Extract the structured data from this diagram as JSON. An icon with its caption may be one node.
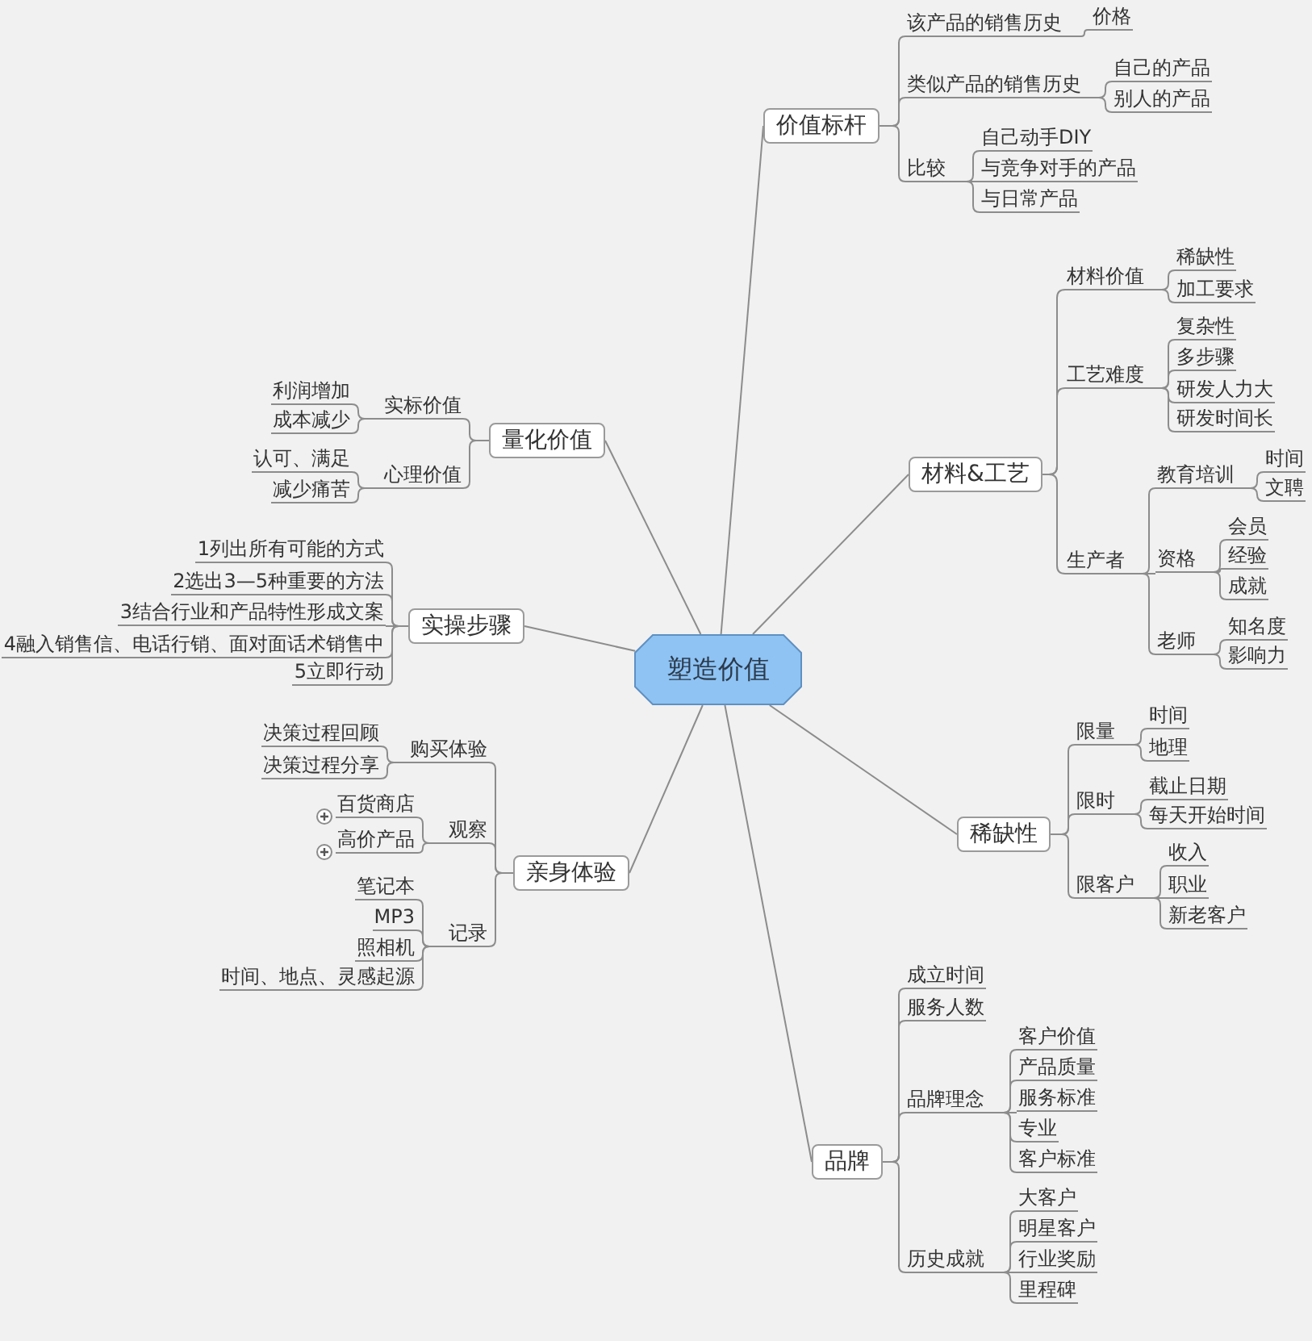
{
  "diagram": {
    "nodes": [
      {
        "text": [
          "塑造价值"
        ]
      },
      {
        "text": [
          "价值标杆"
        ]
      },
      {
        "text": [
          "该产品的销售历史"
        ]
      },
      {
        "text": [
          "价格"
        ]
      },
      {
        "text": [
          "类似产品的销售历史"
        ]
      },
      {
        "text": [
          "自己的产品"
        ]
      },
      {
        "text": [
          "别人的产品"
        ]
      },
      {
        "text": [
          "比较"
        ]
      },
      {
        "text": [
          "自己动手DIY"
        ]
      },
      {
        "text": [
          "与竞争对手的产品"
        ]
      },
      {
        "text": [
          "与日常产品"
        ]
      },
      {
        "text": [
          "材料&工艺"
        ]
      },
      {
        "text": [
          "材料价值"
        ]
      },
      {
        "text": [
          "稀缺性"
        ]
      },
      {
        "text": [
          "加工要求"
        ]
      },
      {
        "text": [
          "工艺难度"
        ]
      },
      {
        "text": [
          "复杂性"
        ]
      },
      {
        "text": [
          "多步骤"
        ]
      },
      {
        "text": [
          "研发人力大"
        ]
      },
      {
        "text": [
          "研发时间长"
        ]
      },
      {
        "text": [
          "生产者"
        ]
      },
      {
        "text": [
          "教育培训"
        ]
      },
      {
        "text": [
          "时间"
        ]
      },
      {
        "text": [
          "文聘"
        ]
      },
      {
        "text": [
          "资格"
        ]
      },
      {
        "text": [
          "会员"
        ]
      },
      {
        "text": [
          "经验"
        ]
      },
      {
        "text": [
          "成就"
        ]
      },
      {
        "text": [
          "老师"
        ]
      },
      {
        "text": [
          "知名度"
        ]
      },
      {
        "text": [
          "影响力"
        ]
      },
      {
        "text": [
          "稀缺性"
        ]
      },
      {
        "text": [
          "限量"
        ]
      },
      {
        "text": [
          "时间"
        ]
      },
      {
        "text": [
          "地理"
        ]
      },
      {
        "text": [
          "限时"
        ]
      },
      {
        "text": [
          "截止日期"
        ]
      },
      {
        "text": [
          "每天开始时间"
        ]
      },
      {
        "text": [
          "限客户"
        ]
      },
      {
        "text": [
          "收入"
        ]
      },
      {
        "text": [
          "职业"
        ]
      },
      {
        "text": [
          "新老客户"
        ]
      },
      {
        "text": [
          "品牌"
        ]
      },
      {
        "text": [
          "成立时间"
        ]
      },
      {
        "text": [
          "服务人数"
        ]
      },
      {
        "text": [
          "品牌理念"
        ]
      },
      {
        "text": [
          "客户价值"
        ]
      },
      {
        "text": [
          "产品质量"
        ]
      },
      {
        "text": [
          "服务标准"
        ]
      },
      {
        "text": [
          "专业"
        ]
      },
      {
        "text": [
          "客户标准"
        ]
      },
      {
        "text": [
          "历史成就"
        ]
      },
      {
        "text": [
          "大客户"
        ]
      },
      {
        "text": [
          "明星客户"
        ]
      },
      {
        "text": [
          "行业奖励"
        ]
      },
      {
        "text": [
          "里程碑"
        ]
      },
      {
        "text": [
          "亲身体验"
        ]
      },
      {
        "text": [
          "购买体验"
        ]
      },
      {
        "text": [
          "决策过程回顾"
        ]
      },
      {
        "text": [
          "决策过程分享"
        ]
      },
      {
        "text": [
          "观察"
        ]
      },
      {
        "text": [
          "百货商店"
        ]
      },
      {
        "text": [
          "高价产品"
        ]
      },
      {
        "text": [
          "记录"
        ]
      },
      {
        "text": [
          "笔记本"
        ]
      },
      {
        "text": [
          "MP3"
        ]
      },
      {
        "text": [
          "照相机"
        ]
      },
      {
        "text": [
          "时间、地点、灵感起源"
        ]
      },
      {
        "text": [
          "实操步骤"
        ]
      },
      {
        "text": [
          "1列出所有可能的方式"
        ]
      },
      {
        "text": [
          "2选出3—5种重要的方法"
        ]
      },
      {
        "text": [
          "3结合行业和产品特性形成文案"
        ]
      },
      {
        "text": [
          "4融入销售信、电话行销、面对面话术销售中"
        ]
      },
      {
        "text": [
          "5立即行动"
        ]
      },
      {
        "text": [
          "量化价值"
        ]
      },
      {
        "text": [
          "实标价值"
        ]
      },
      {
        "text": [
          "利润增加"
        ]
      },
      {
        "text": [
          "成本减少"
        ]
      },
      {
        "text": [
          "心理价值"
        ]
      },
      {
        "text": [
          "认可、满足"
        ]
      },
      {
        "text": [
          "减少痛苦"
        ]
      }
    ],
    "edges": [
      {
        "from": 0,
        "to": 1,
        "arrow": "none"
      },
      {
        "from": 1,
        "to": 2,
        "arrow": "none"
      },
      {
        "from": 2,
        "to": 3,
        "arrow": "none"
      },
      {
        "from": 1,
        "to": 4,
        "arrow": "none"
      },
      {
        "from": 4,
        "to": 5,
        "arrow": "none"
      },
      {
        "from": 4,
        "to": 6,
        "arrow": "none"
      },
      {
        "from": 1,
        "to": 7,
        "arrow": "none"
      },
      {
        "from": 7,
        "to": 8,
        "arrow": "none"
      },
      {
        "from": 7,
        "to": 9,
        "arrow": "none"
      },
      {
        "from": 7,
        "to": 10,
        "arrow": "none"
      },
      {
        "from": 0,
        "to": 11,
        "arrow": "none"
      },
      {
        "from": 11,
        "to": 12,
        "arrow": "none"
      },
      {
        "from": 12,
        "to": 13,
        "arrow": "none"
      },
      {
        "from": 12,
        "to": 14,
        "arrow": "none"
      },
      {
        "from": 11,
        "to": 15,
        "arrow": "none"
      },
      {
        "from": 15,
        "to": 16,
        "arrow": "none"
      },
      {
        "from": 15,
        "to": 17,
        "arrow": "none"
      },
      {
        "from": 15,
        "to": 18,
        "arrow": "none"
      },
      {
        "from": 15,
        "to": 19,
        "arrow": "none"
      },
      {
        "from": 11,
        "to": 20,
        "arrow": "none"
      },
      {
        "from": 20,
        "to": 21,
        "arrow": "none"
      },
      {
        "from": 21,
        "to": 22,
        "arrow": "none"
      },
      {
        "from": 21,
        "to": 23,
        "arrow": "none"
      },
      {
        "from": 20,
        "to": 24,
        "arrow": "none"
      },
      {
        "from": 24,
        "to": 25,
        "arrow": "none"
      },
      {
        "from": 24,
        "to": 26,
        "arrow": "none"
      },
      {
        "from": 24,
        "to": 27,
        "arrow": "none"
      },
      {
        "from": 20,
        "to": 28,
        "arrow": "none"
      },
      {
        "from": 28,
        "to": 29,
        "arrow": "none"
      },
      {
        "from": 28,
        "to": 30,
        "arrow": "none"
      },
      {
        "from": 0,
        "to": 31,
        "arrow": "none"
      },
      {
        "from": 31,
        "to": 32,
        "arrow": "none"
      },
      {
        "from": 32,
        "to": 33,
        "arrow": "none"
      },
      {
        "from": 32,
        "to": 34,
        "arrow": "none"
      },
      {
        "from": 31,
        "to": 35,
        "arrow": "none"
      },
      {
        "from": 35,
        "to": 36,
        "arrow": "none"
      },
      {
        "from": 35,
        "to": 37,
        "arrow": "none"
      },
      {
        "from": 31,
        "to": 38,
        "arrow": "none"
      },
      {
        "from": 38,
        "to": 39,
        "arrow": "none"
      },
      {
        "from": 38,
        "to": 40,
        "arrow": "none"
      },
      {
        "from": 38,
        "to": 41,
        "arrow": "none"
      },
      {
        "from": 0,
        "to": 42,
        "arrow": "none"
      },
      {
        "from": 42,
        "to": 43,
        "arrow": "none"
      },
      {
        "from": 42,
        "to": 44,
        "arrow": "none"
      },
      {
        "from": 42,
        "to": 45,
        "arrow": "none"
      },
      {
        "from": 45,
        "to": 46,
        "arrow": "none"
      },
      {
        "from": 45,
        "to": 47,
        "arrow": "none"
      },
      {
        "from": 45,
        "to": 48,
        "arrow": "none"
      },
      {
        "from": 45,
        "to": 49,
        "arrow": "none"
      },
      {
        "from": 45,
        "to": 50,
        "arrow": "none"
      },
      {
        "from": 42,
        "to": 51,
        "arrow": "none"
      },
      {
        "from": 51,
        "to": 52,
        "arrow": "none"
      },
      {
        "from": 51,
        "to": 53,
        "arrow": "none"
      },
      {
        "from": 51,
        "to": 54,
        "arrow": "none"
      },
      {
        "from": 51,
        "to": 55,
        "arrow": "none"
      },
      {
        "from": 0,
        "to": 56,
        "arrow": "none"
      },
      {
        "from": 56,
        "to": 57,
        "arrow": "none"
      },
      {
        "from": 57,
        "to": 58,
        "arrow": "none"
      },
      {
        "from": 57,
        "to": 59,
        "arrow": "none"
      },
      {
        "from": 56,
        "to": 60,
        "arrow": "none"
      },
      {
        "from": 60,
        "to": 61,
        "arrow": "none"
      },
      {
        "from": 60,
        "to": 62,
        "arrow": "none"
      },
      {
        "from": 56,
        "to": 63,
        "arrow": "none"
      },
      {
        "from": 63,
        "to": 64,
        "arrow": "none"
      },
      {
        "from": 63,
        "to": 65,
        "arrow": "none"
      },
      {
        "from": 63,
        "to": 66,
        "arrow": "none"
      },
      {
        "from": 63,
        "to": 67,
        "arrow": "none"
      },
      {
        "from": 0,
        "to": 68,
        "arrow": "none"
      },
      {
        "from": 68,
        "to": 69,
        "arrow": "none"
      },
      {
        "from": 68,
        "to": 70,
        "arrow": "none"
      },
      {
        "from": 68,
        "to": 71,
        "arrow": "none"
      },
      {
        "from": 68,
        "to": 72,
        "arrow": "none"
      },
      {
        "from": 68,
        "to": 73,
        "arrow": "none"
      },
      {
        "from": 0,
        "to": 74,
        "arrow": "none"
      },
      {
        "from": 74,
        "to": 75,
        "arrow": "none"
      },
      {
        "from": 75,
        "to": 76,
        "arrow": "none"
      },
      {
        "from": 75,
        "to": 77,
        "arrow": "none"
      },
      {
        "from": 74,
        "to": 78,
        "arrow": "none"
      },
      {
        "from": 78,
        "to": 79,
        "arrow": "none"
      },
      {
        "from": 78,
        "to": 80,
        "arrow": "none"
      }
    ]
  }
}
